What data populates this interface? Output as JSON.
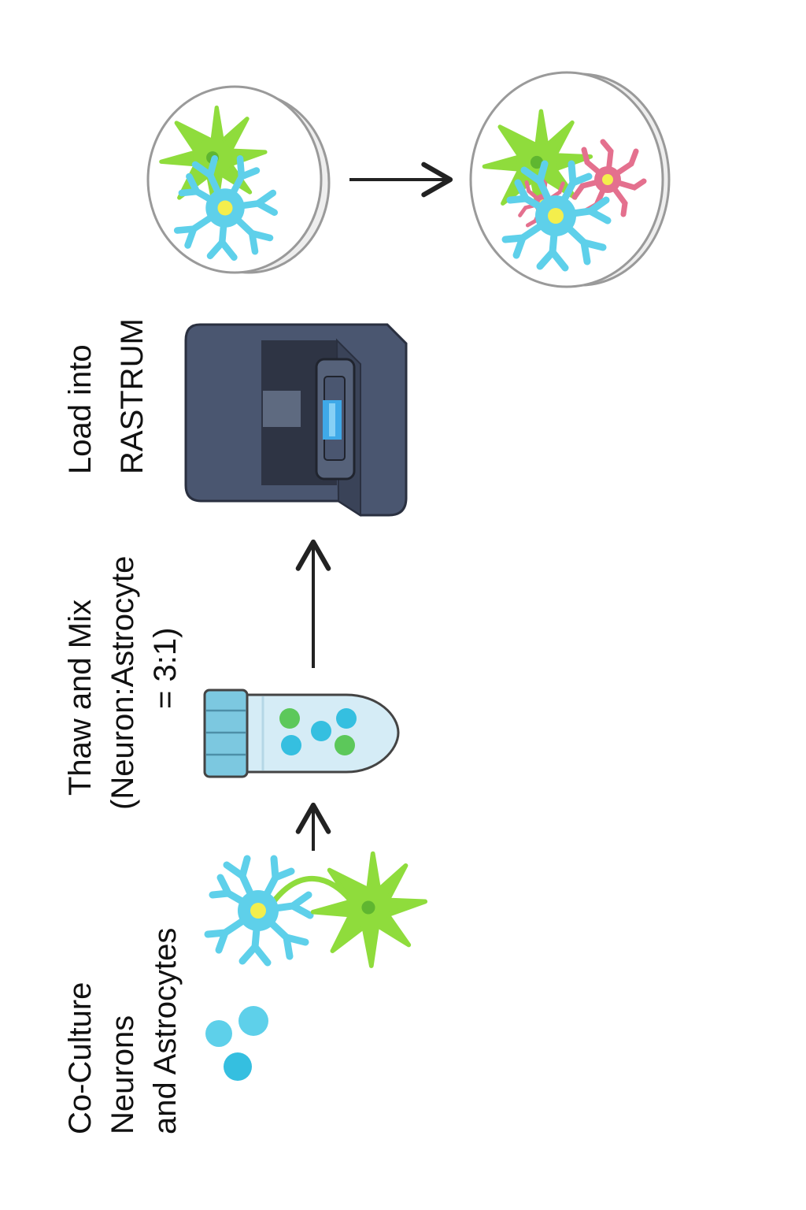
{
  "labels": {
    "step1": [
      "Co-Culture",
      "Neurons",
      "and Astrocytes"
    ],
    "step2": [
      "Thaw and Mix",
      "(Neuron:Astrocyte",
      "= 3:1)"
    ],
    "step3": [
      "Load into",
      "RASTRUM"
    ]
  },
  "colors": {
    "neuron": "#8fdc3c",
    "neuron_nucleus": "#5fb630",
    "astrocyte": "#5ed0ea",
    "astrocyte_nucleus": "#f4ee4c",
    "pink_cell": "#e4708e",
    "device_body": "#4a5670",
    "device_dark": "#2e3444",
    "cartridge": "#3fa9e8",
    "tube_cap": "#7cc8e0",
    "tube_body": "#d5ecf6",
    "bead_green": "#5cc85a",
    "bead_blue": "#35bfe0",
    "arrow": "#222222",
    "dish_outline": "#9a9a9a"
  }
}
